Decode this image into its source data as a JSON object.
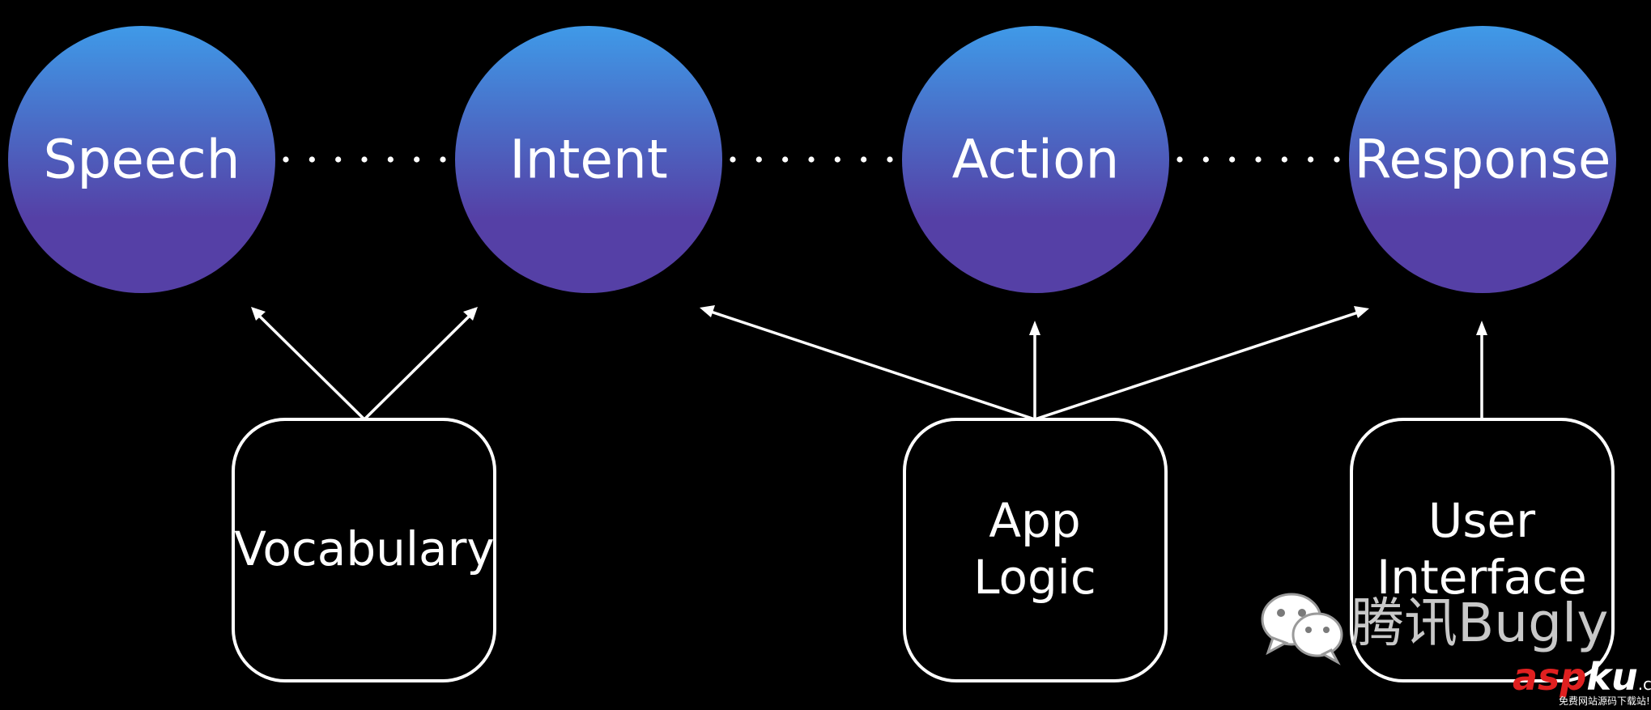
{
  "colors": {
    "background": "#000000",
    "circle_gradient_top": "#3f9ae8",
    "circle_gradient_bottom": "#5540a6",
    "line": "#ffffff",
    "text": "#ffffff",
    "watermark_text": "#c8c8c8",
    "watermark_red": "#e02020"
  },
  "nodes": [
    {
      "id": "speech",
      "label": "Speech"
    },
    {
      "id": "intent",
      "label": "Intent"
    },
    {
      "id": "action",
      "label": "Action"
    },
    {
      "id": "response",
      "label": "Response"
    }
  ],
  "boxes": [
    {
      "id": "vocabulary",
      "lines": [
        "Vocabulary"
      ]
    },
    {
      "id": "app-logic",
      "lines": [
        "App",
        "Logic"
      ]
    },
    {
      "id": "user-interface",
      "lines": [
        "User",
        "Interface"
      ]
    }
  ],
  "edges": [
    {
      "from": "vocabulary",
      "to": "speech"
    },
    {
      "from": "vocabulary",
      "to": "intent"
    },
    {
      "from": "app-logic",
      "to": "intent"
    },
    {
      "from": "app-logic",
      "to": "action"
    },
    {
      "from": "app-logic",
      "to": "response"
    },
    {
      "from": "user-interface",
      "to": "response"
    }
  ],
  "connections": [
    {
      "from": "speech",
      "to": "intent",
      "style": "dotted"
    },
    {
      "from": "intent",
      "to": "action",
      "style": "dotted"
    },
    {
      "from": "action",
      "to": "response",
      "style": "dotted"
    }
  ],
  "watermark": {
    "icon": "wechat-icon",
    "brand_text": "腾讯Bugly",
    "site_red": "asp",
    "site_white": "ku",
    "site_suffix": ".com",
    "site_tagline": "免费网站源码下载站!"
  }
}
